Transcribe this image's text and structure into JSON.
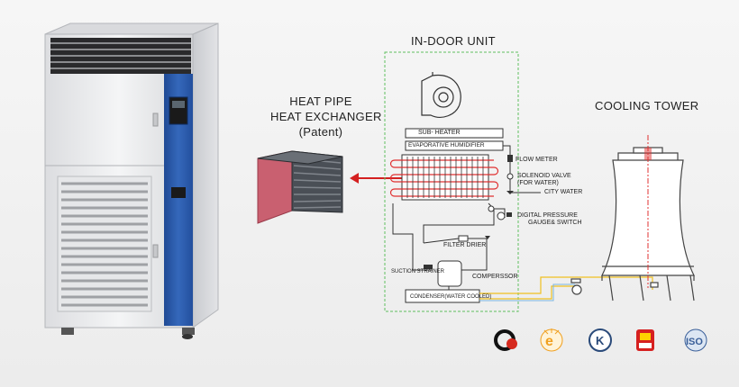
{
  "diagram": {
    "heat_pipe": {
      "line1": "HEAT PIPE",
      "line2": "HEAT EXCHANGER",
      "line3": "(Patent)"
    },
    "indoor_unit": {
      "title": "IN-DOOR UNIT",
      "sub_heater": "SUB- HEATER",
      "evaporative_humidifier": "EVAPORATIVE HUMIDIFIER",
      "filter_drier": "FILTER DRIER",
      "suction_strainer": "SUCTION STRAINER",
      "compressor": "COMPERSSOR",
      "condenser": "CONDENSER(WATER COOLED)"
    },
    "callouts": {
      "flow_meter": "FLOW METER",
      "solenoid_valve_1": "SOLENOID VALVE",
      "solenoid_valve_2": "(FOR WATER)",
      "city_water": "CITY WATER",
      "digital_pressure_1": "DIGITAL PRESSURE",
      "digital_pressure_2": "GAUGE& SWITCH"
    },
    "cooling_tower": {
      "title": "COOLING TOWER"
    },
    "certification_badges": [
      {
        "name": "q-mark-badge-icon",
        "color": "#d62a1e"
      },
      {
        "name": "e-mark-badge-icon",
        "color": "#f0a020"
      },
      {
        "name": "k-mark-badge-icon",
        "color": "#2a4a7a"
      },
      {
        "name": "quality-badge-icon",
        "color": "#d62020"
      },
      {
        "name": "iso-badge-icon",
        "color": "#3a5f99"
      }
    ],
    "colors": {
      "cabinet_blue": "#2b5aa8",
      "refrigerant_line": "#e03030",
      "water_line": "#f0c020",
      "indoor_boundary": "#5fbf5f",
      "arrow": "#d42020"
    }
  }
}
